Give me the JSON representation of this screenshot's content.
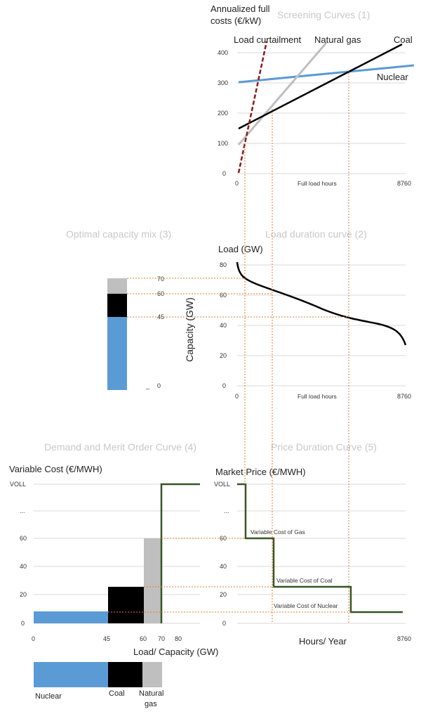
{
  "colors": {
    "nuclear": "#5b9bd5",
    "coal": "#000000",
    "gas": "#bfbfbf",
    "curtailment": "#8b1a1a",
    "price": "#375623",
    "guide": "#e07b39"
  },
  "panel1": {
    "title": "Screening Curves (1)",
    "ylabel_line1": "Annualized full",
    "ylabel_line2": "costs (€/kW)",
    "yticks": [
      "400",
      "300",
      "200",
      "100",
      "0"
    ],
    "x_left": "0",
    "xlabel": "Full load hours",
    "x_right": "8760",
    "labels": {
      "curtailment": "Load curtailment",
      "gas": "Natural gas",
      "coal": "Coal",
      "nuclear": "Nuclear"
    }
  },
  "panel2": {
    "title": "Load duration curve (2)",
    "ylabel": "Load (GW)",
    "yticks": [
      "80",
      "60",
      "40",
      "20",
      "0"
    ],
    "x_left": "0",
    "xlabel": "Full load hours",
    "x_right": "8760"
  },
  "panel3": {
    "title": "Optimal capacity mix (3)",
    "ylabel": "Capacity (GW)",
    "ticks": [
      "70",
      "60",
      "45",
      "0"
    ],
    "underscore": "_"
  },
  "panel4": {
    "title": "Demand and Merit Order Curve (4)",
    "ylabel": "Variable Cost (€/MWH)",
    "yticks": [
      "VOLL",
      "...",
      "60",
      "40",
      "20",
      "0"
    ],
    "xticks": [
      "0",
      "45",
      "60",
      "70",
      "80"
    ],
    "xlabel": "Load/ Capacity (GW)"
  },
  "panel5": {
    "title": "Price Duration Curve (5)",
    "ylabel": "Market Price (€/MWH)",
    "yticks": [
      "VOLL",
      "...",
      "60",
      "40",
      "20",
      "0"
    ],
    "xlabel": "Hours/ Year",
    "x_right": "8760",
    "annotations": {
      "gas": "Variable Cost of Gas",
      "coal": "Variable Cost of Coal",
      "nuclear": "Variable Cost of Nuclear"
    }
  },
  "legend": {
    "nuclear": "Nuclear",
    "coal": "Coal",
    "gas_line1": "Natural",
    "gas_line2": "gas"
  }
}
